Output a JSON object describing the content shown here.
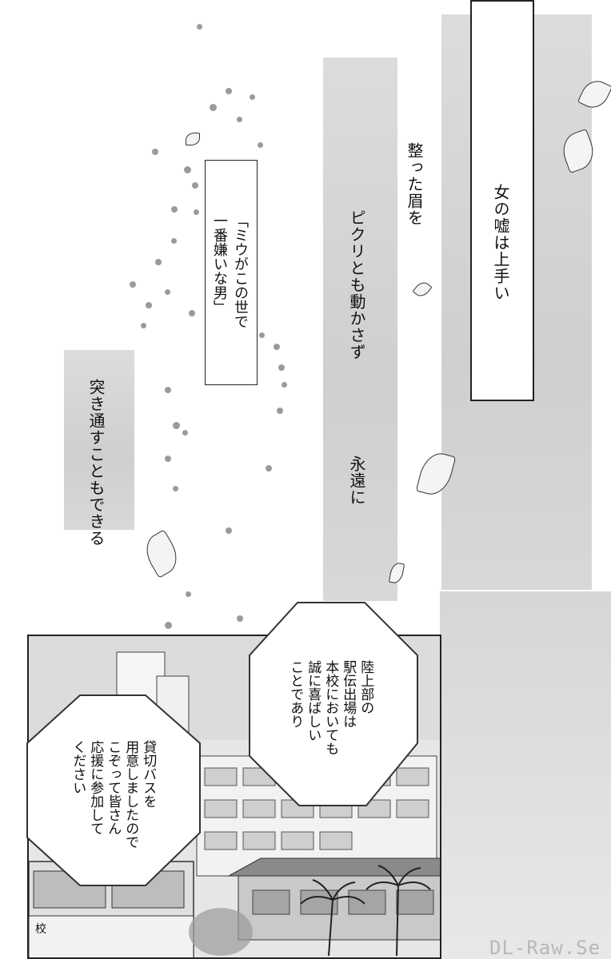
{
  "narration": {
    "line1": "女の嘘は上手い",
    "line2": "整った眉を",
    "line3": "ピクリとも動かさず",
    "line4": "永遠に",
    "line5": "突き通すこともできる"
  },
  "quote_box": {
    "line1": "「ミウがこの世で",
    "line2": "一番嫌いな男」"
  },
  "bubble_right": {
    "line1": "陸上部の",
    "line2": "駅伝出場は",
    "line3": "本校においても",
    "line4": "誠に喜ばしい",
    "line5": "ことであり"
  },
  "bubble_left": {
    "line1": "貸切バスを",
    "line2": "用意しましたので",
    "line3": "こぞって皆さん",
    "line4": "応援に参加して",
    "line5": "ください"
  },
  "bus_sign": "校",
  "watermark": "DL-Raw.Se"
}
